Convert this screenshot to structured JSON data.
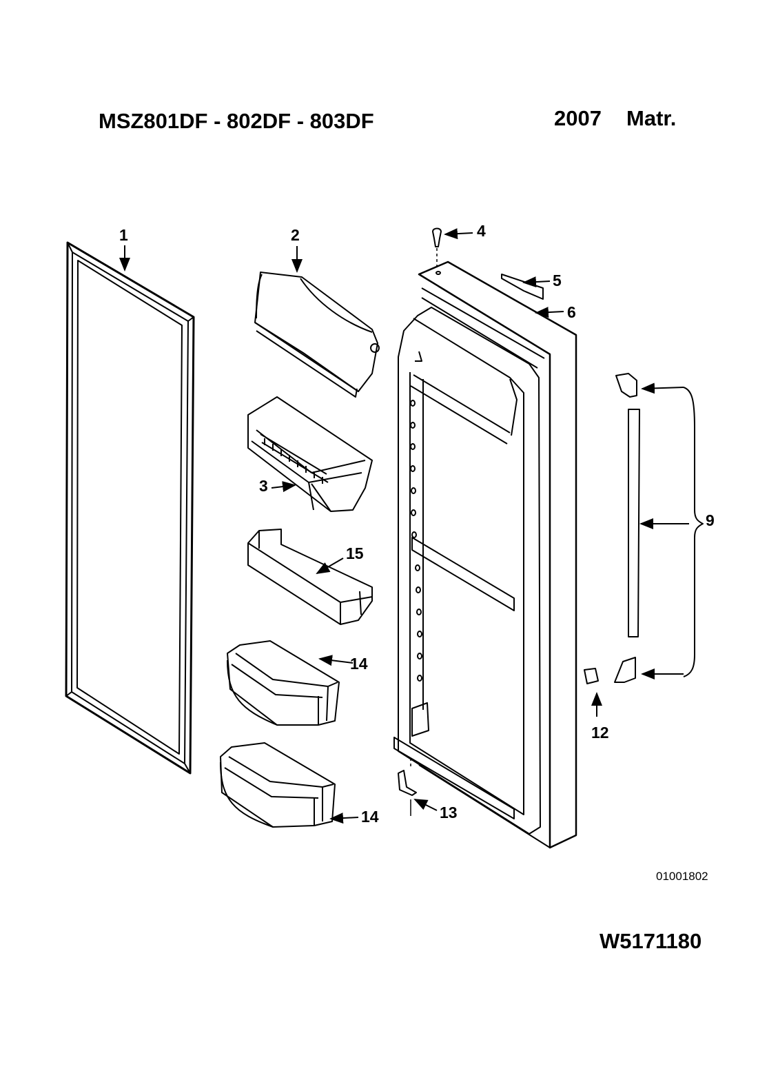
{
  "header": {
    "models": "MSZ801DF - 802DF - 803DF",
    "year": "2007",
    "matr": "Matr."
  },
  "labels": [
    "1",
    "2",
    "3",
    "4",
    "5",
    "6",
    "9",
    "12",
    "13",
    "14",
    "14",
    "15"
  ],
  "drawing_code": "01001802",
  "document_id": "W5171180"
}
